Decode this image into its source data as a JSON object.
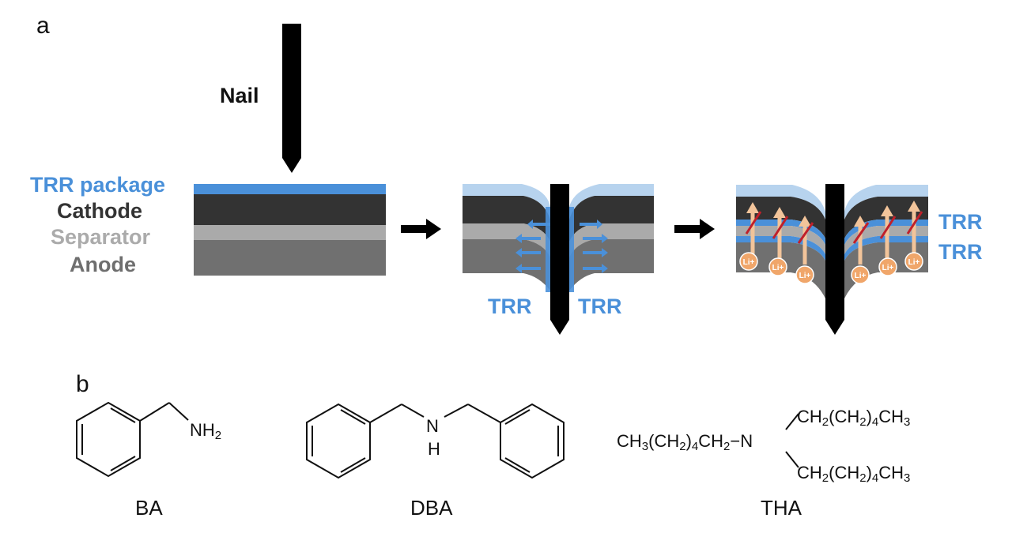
{
  "panel_a": {
    "letter": "a",
    "nail_label": "Nail",
    "layers": {
      "trr_package": "TRR package",
      "cathode": "Cathode",
      "separator": "Separator",
      "anode": "Anode"
    },
    "stage2_labels": {
      "left": "TRR",
      "right": "TRR"
    },
    "stage3_labels": {
      "top": "TRR",
      "bottom": "TRR"
    },
    "li_ion_label": "Li+",
    "colors": {
      "trr_blue": "#4a90d9",
      "trr_light": "#b7d3ee",
      "cathode": "#333333",
      "separator": "#aaaaaa",
      "anode": "#707070",
      "nail": "#000000",
      "li_ion": "#f0a66a"
    }
  },
  "panel_b": {
    "letter": "b",
    "molecules": [
      {
        "name": "BA",
        "group": "NH",
        "sub": "2"
      },
      {
        "name": "DBA",
        "atom_n": "N",
        "atom_h": "H"
      },
      {
        "name": "THA",
        "left_chain": [
          "CH",
          "3",
          "(CH",
          "2",
          ")",
          "4",
          "CH",
          "2",
          "−N"
        ],
        "upper_chain": [
          "CH",
          "2",
          "(CH",
          "2",
          ")",
          "4",
          "CH",
          "3"
        ],
        "lower_chain": [
          "CH",
          "2",
          "(CH",
          "2",
          ")",
          "4",
          "CH",
          "3"
        ]
      }
    ]
  }
}
